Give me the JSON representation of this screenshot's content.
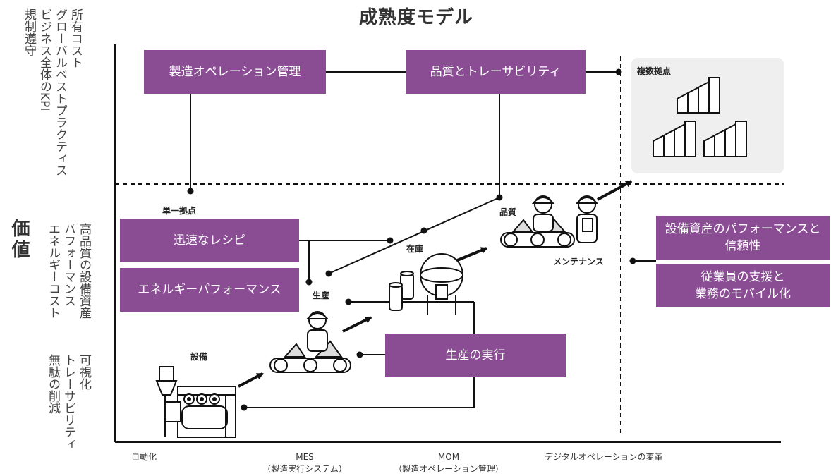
{
  "title": "成熟度モデル",
  "y_axis_label": "価値",
  "left_columns": {
    "top": [
      "所有コスト",
      "グローバルベストプラクティス",
      "ビジネス全体のKPI",
      "規制遵守"
    ],
    "middle": [
      "高品質の設備資産",
      "パフォーマンス",
      "エネルギーコスト"
    ],
    "bottom": [
      "可視化",
      "トレーサビリティ",
      "無駄の削減"
    ]
  },
  "boxes": {
    "mfg_ops": "製造オペレーション管理",
    "quality_trace": "品質とトレーサビリティ",
    "fast_recipe": "迅速なレシピ",
    "energy_perf": "エネルギーパフォーマンス",
    "production_exec": "生産の実行",
    "asset_perf_l1": "設備資産のパフォーマンスと",
    "asset_perf_l2": "信頼性",
    "worker_support_l1": "従業員の支援と",
    "worker_support_l2": "業務のモバイル化"
  },
  "labels": {
    "single_site": "単一拠点",
    "multi_site": "複数拠点",
    "equipment": "設備",
    "production": "生産",
    "inventory": "在庫",
    "quality": "品質",
    "maintenance": "メンテナンス"
  },
  "x_axis": {
    "automation": "自動化",
    "mes_l1": "MES",
    "mes_l2": "（製造実行システム）",
    "mom_l1": "MOM",
    "mom_l2": "（製造オペレーション管理）",
    "digital": "デジタルオペレーションの変革"
  },
  "colors": {
    "box_purple": "#8a4d94",
    "line": "#111111",
    "panel_gray": "#efefef"
  }
}
